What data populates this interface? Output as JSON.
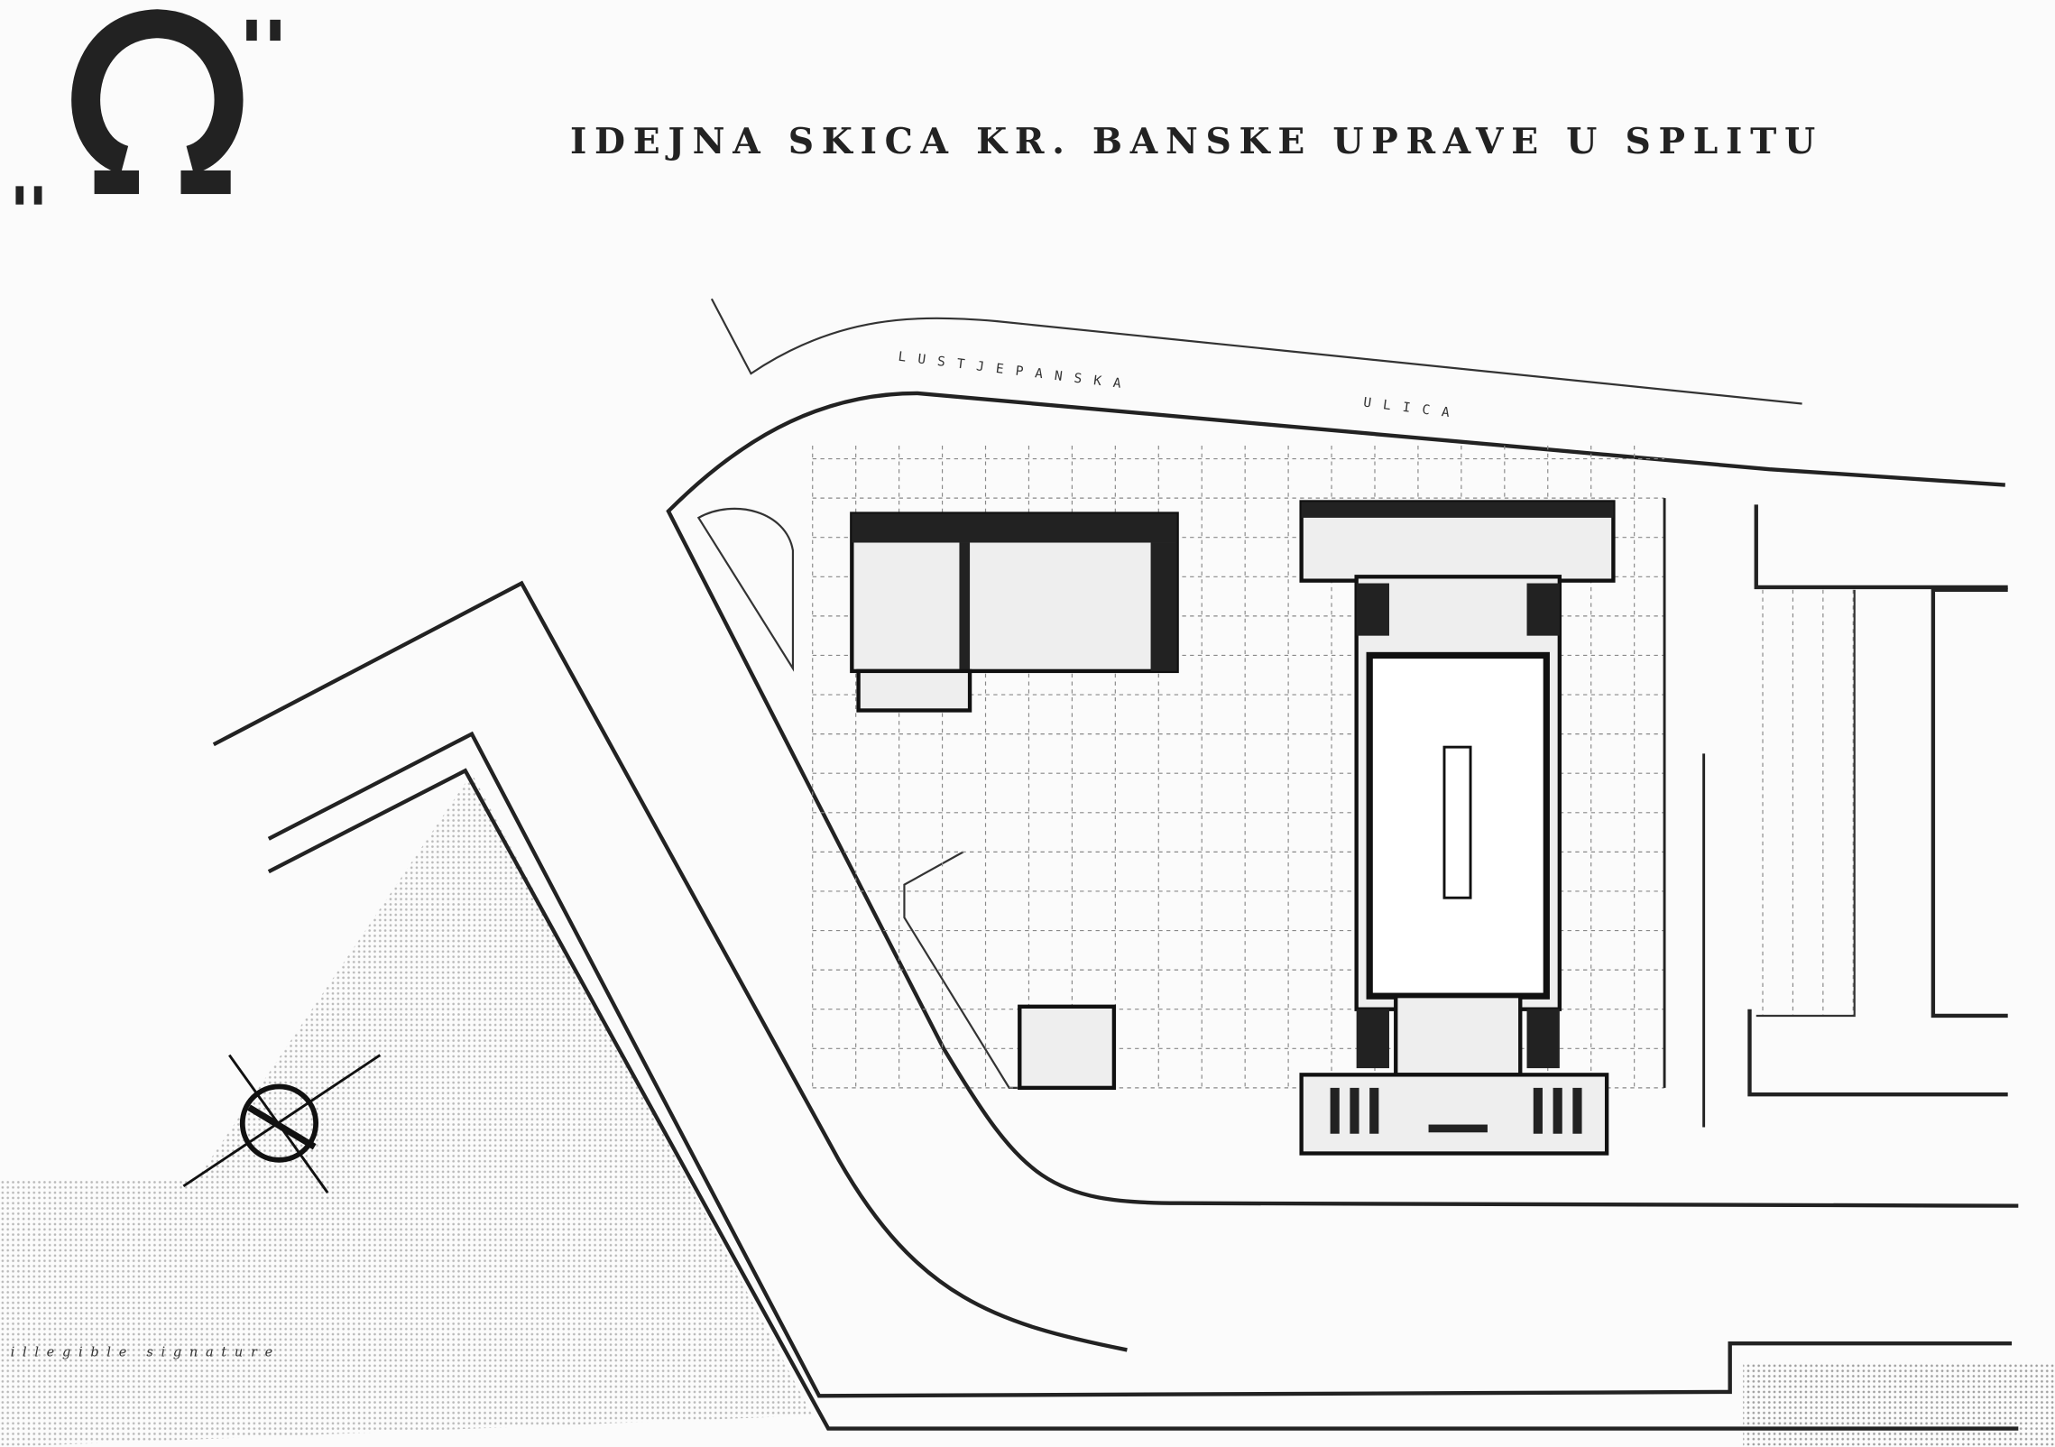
{
  "title": "IDEJNA SKICA KR. BANSKE UPRAVE U SPLITU",
  "street_label_1": "LUSTJEPANSKA",
  "street_label_2": "ULICA",
  "logo": "Ω",
  "signature": "illegible signature"
}
